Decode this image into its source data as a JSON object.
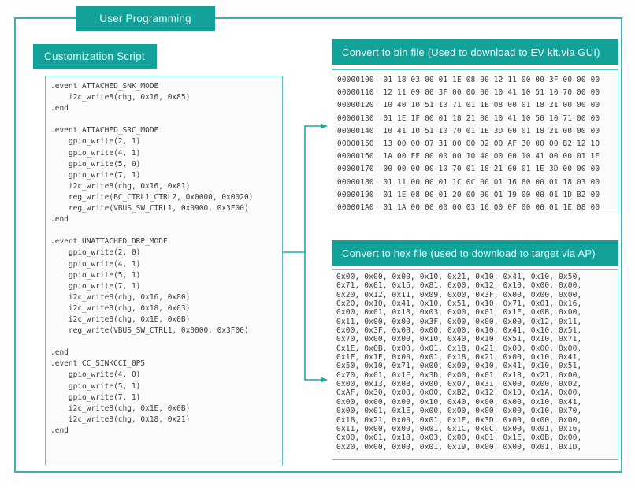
{
  "diagram": {
    "title": "User Programming",
    "accent_color": "#12a29a",
    "frame_color": "#3fb3ab",
    "panel_border_color": "#5fc2bb",
    "panel_background": "#fbfbfb",
    "badge_text_color": "#eafaf8"
  },
  "script_panel": {
    "badge_label": "Customization Script",
    "code": ".event ATTACHED_SNK_MODE\n    i2c_write8(chg, 0x16, 0x85)\n.end\n\n.event ATTACHED_SRC_MODE\n    gpio_write(2, 1)\n    gpio_write(4, 1)\n    gpio_write(5, 0)\n    gpio_write(7, 1)\n    i2c_write8(chg, 0x16, 0x81)\n    reg_write(BC_CTRL1_CTRL2, 0x0000, 0x0020)\n    reg_write(VBUS_SW_CTRL1, 0x0900, 0x3F00)\n.end\n\n.event UNATTACHED_DRP_MODE\n    gpio_write(2, 0)\n    gpio_write(4, 1)\n    gpio_write(5, 1)\n    gpio_write(7, 1)\n    i2c_write8(chg, 0x16, 0x80)\n    i2c_write8(chg, 0x18, 0x03)\n    i2c_write8(chg, 0x1E, 0x0B)\n    reg_write(VBUS_SW_CTRL1, 0x0000, 0x3F00)\n\n.end\n.event CC_SINKCCI_0P5\n    gpio_write(4, 0)\n    gpio_write(5, 1)\n    gpio_write(7, 1)\n    i2c_write8(chg, 0x1E, 0x0B)\n    i2c_write8(chg, 0x18, 0x21)\n.end"
  },
  "bin_panel": {
    "badge_label": "Convert to bin file (Used to download to EV kit.via GUI)",
    "rows": [
      "00000100  01 18 03 00 01 1E 08 00 12 11 00 00 3F 00 00 00",
      "00000110  12 11 09 00 3F 00 00 00 10 41 10 51 10 70 00 00",
      "00000120  10 40 10 51 10 71 01 1E 08 00 01 18 21 00 00 00",
      "00000130  01 1E 1F 00 01 18 21 00 10 41 10 50 10 71 00 00",
      "00000140  10 41 10 51 10 70 01 1E 3D 00 01 18 21 00 00 00",
      "00000150  13 00 00 07 31 00 00 02 00 AF 30 00 00 B2 12 10",
      "00000160  1A 00 FF 00 00 00 10 40 00 00 10 41 00 00 01 1E",
      "00000170  00 00 00 00 10 70 01 18 21 00 01 1E 3D 00 00 00",
      "00000180  01 11 00 00 01 1C 0C 00 01 16 80 00 01 18 03 00",
      "00000190  01 1E 08 00 01 20 00 00 01 19 00 00 01 1D B2 00",
      "000001A0  01 1A 00 00 00 00 03 10 00 0F 00 00 01 1E 08 00"
    ]
  },
  "hex_panel": {
    "badge_label": "Convert to hex file (used to download to target via AP)",
    "rows": [
      "0x00, 0x00, 0x00, 0x10, 0x21, 0x10, 0x41, 0x10, 0x50,",
      "0x71, 0x01, 0x16, 0x81, 0x00, 0x12, 0x10, 0x00, 0x00,",
      "0x20, 0x12, 0x11, 0x09, 0x00, 0x3F, 0x00, 0x00, 0x00,",
      "0x20, 0x10, 0x41, 0x10, 0x51, 0x10, 0x71, 0x01, 0x16,",
      "0x00, 0x01, 0x18, 0x03, 0x00, 0x01, 0x1E, 0x0B, 0x00,",
      "0x11, 0x00, 0x00, 0x3F, 0x00, 0x00, 0x00, 0x12, 0x11,",
      "0x00, 0x3F, 0x00, 0x00, 0x00, 0x10, 0x41, 0x10, 0x51,",
      "0x70, 0x00, 0x00, 0x10, 0x40, 0x10, 0x51, 0x10, 0x71,",
      "0x1E, 0x0B, 0x00, 0x01, 0x18, 0x21, 0x00, 0x00, 0x00,",
      "0x1E, 0x1F, 0x00, 0x01, 0x18, 0x21, 0x00, 0x10, 0x41,",
      "0x50, 0x10, 0x71, 0x00, 0x00, 0x10, 0x41, 0x10, 0x51,",
      "0x70, 0x01, 0x1E, 0x3D, 0x00, 0x01, 0x18, 0x21, 0x00,",
      "0x00, 0x13, 0x0B, 0x00, 0x07, 0x31, 0x00, 0x00, 0x02,",
      "0xAF, 0x30, 0x00, 0x00, 0xB2, 0x12, 0x10, 0x1A, 0x00,",
      "0x00, 0x00, 0x00, 0x10, 0x40, 0x00, 0x00, 0x10, 0x41,",
      "0x00, 0x01, 0x1E, 0x00, 0x00, 0x00, 0x00, 0x10, 0x70,",
      "0x18, 0x21, 0x00, 0x01, 0x1E, 0x3D, 0x00, 0x00, 0x00,",
      "0x11, 0x00, 0x00, 0x01, 0x1C, 0x0C, 0x00, 0x01, 0x16,",
      "0x00, 0x01, 0x18, 0x03, 0x00, 0x01, 0x1E, 0x0B, 0x00,",
      "0x20, 0x00, 0x00, 0x01, 0x19, 0x00, 0x00, 0x01, 0x1D,"
    ]
  },
  "connectors": [
    {
      "name": "script-to-bin-arrow"
    },
    {
      "name": "script-to-hex-arrow"
    }
  ]
}
